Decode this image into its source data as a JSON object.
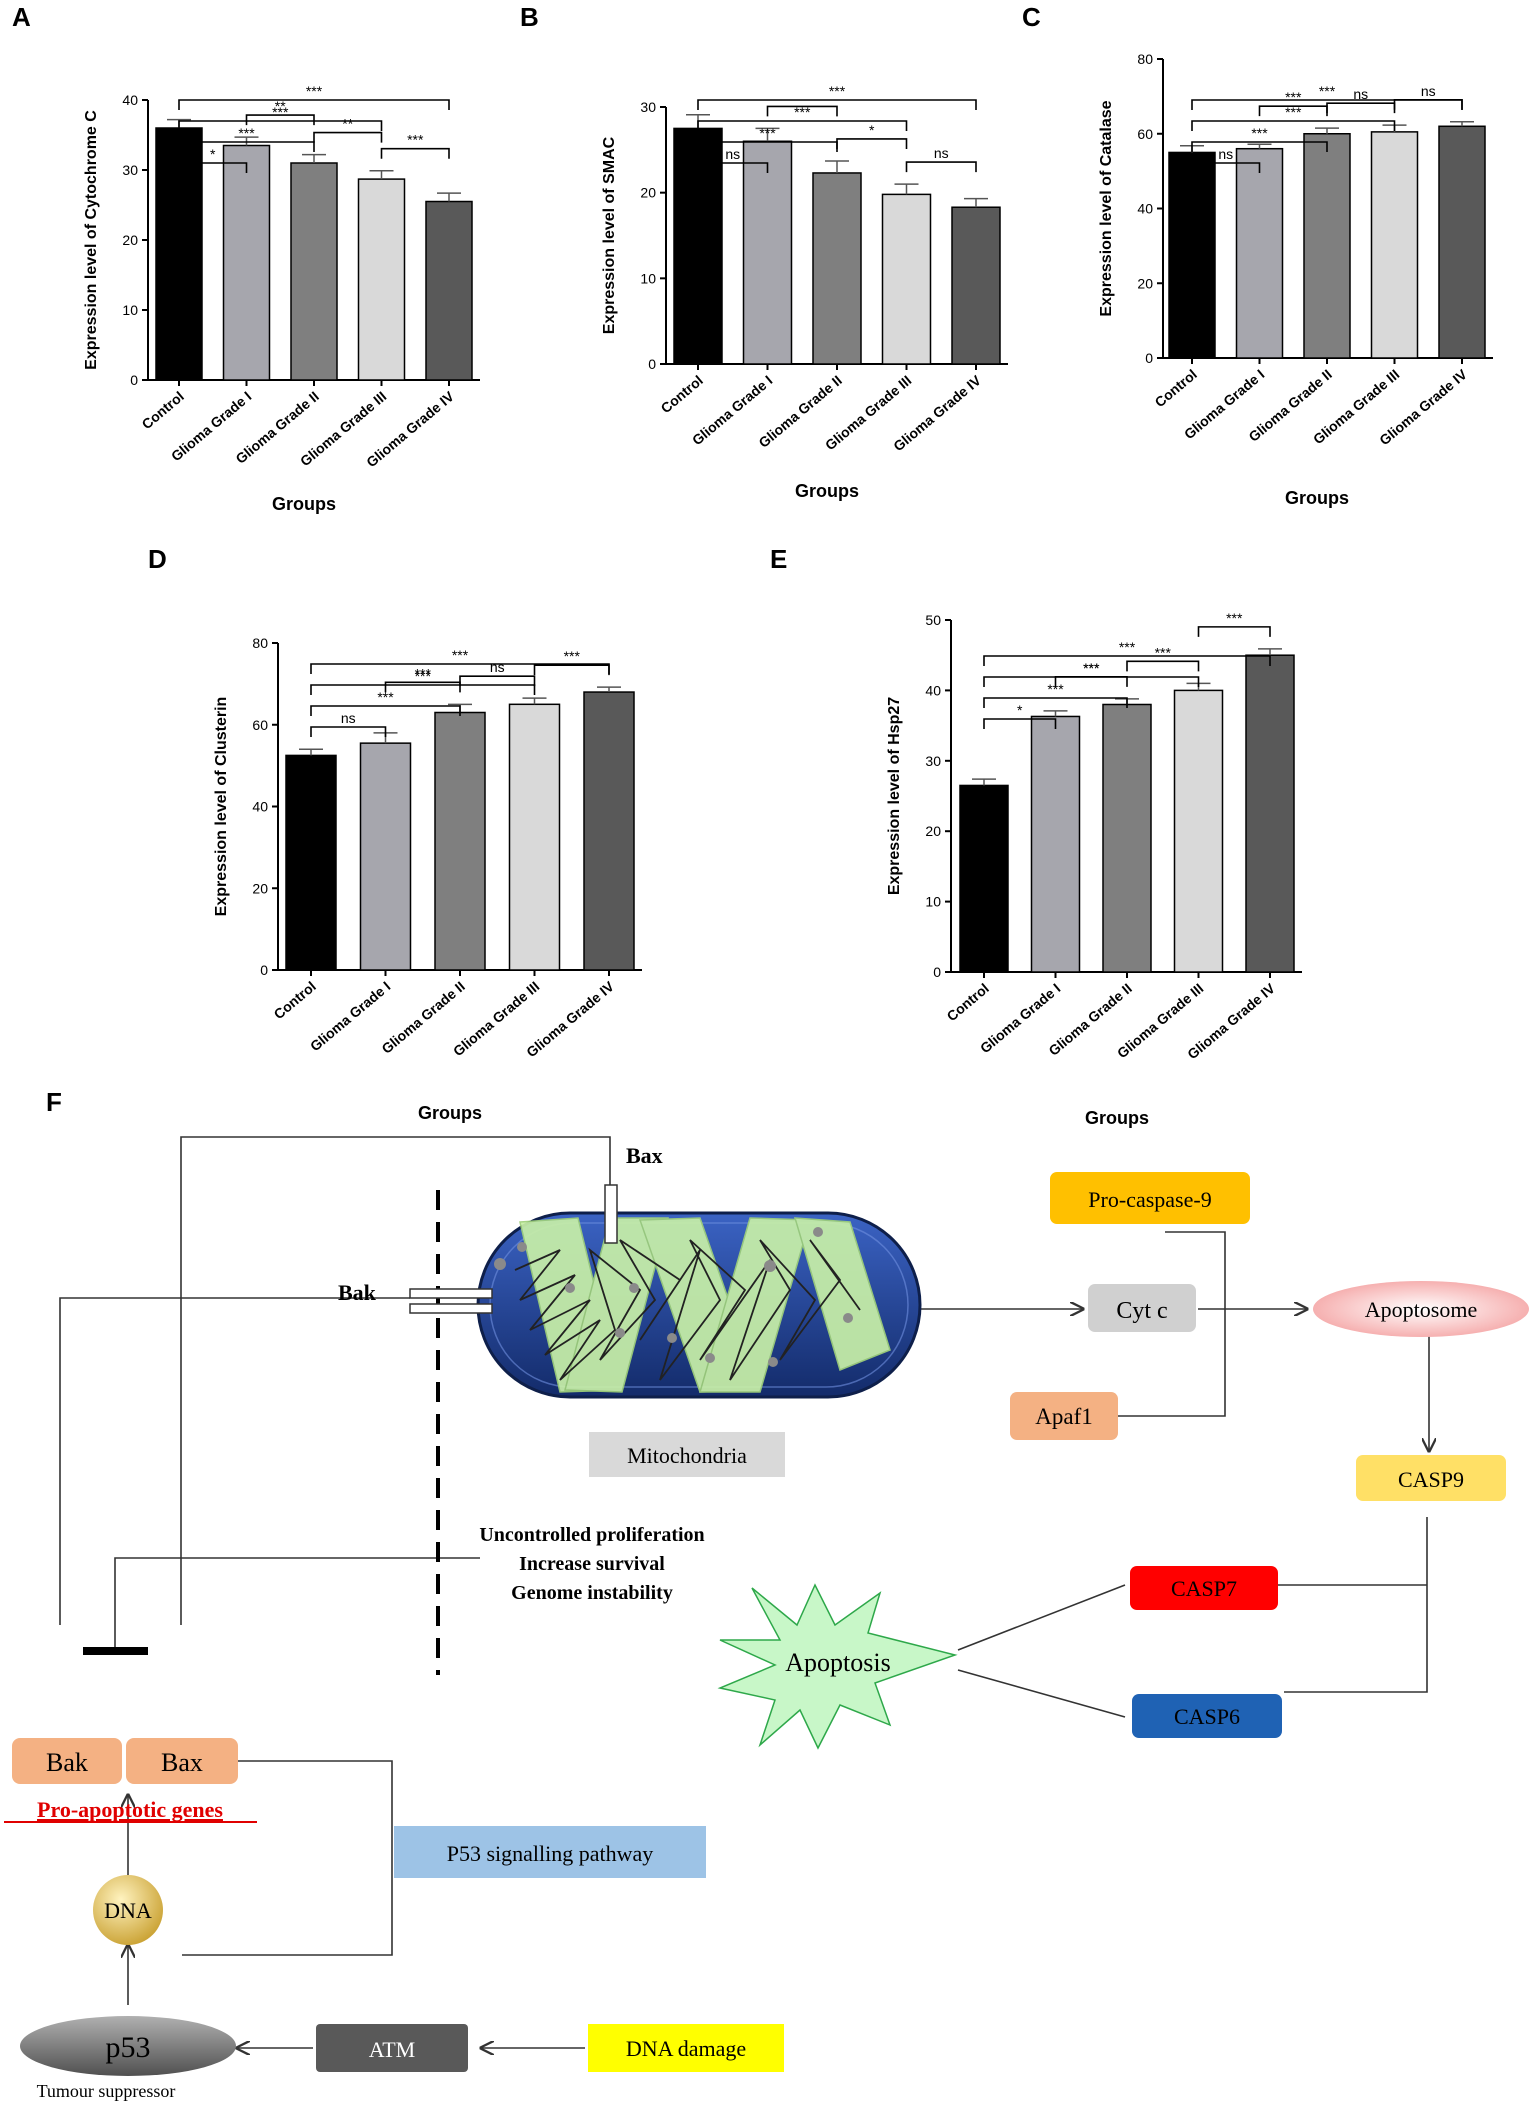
{
  "chart_data": [
    {
      "panel": "A",
      "type": "bar",
      "categories": [
        "Control",
        "Glioma Grade I",
        "Glioma Grade II",
        "Glioma Grade III",
        "Glioma Grade IV"
      ],
      "values": [
        36,
        33.5,
        31,
        28.7,
        25.5
      ],
      "errors": [
        1.2,
        1.2,
        1.2,
        1.2,
        1.2
      ],
      "colors": [
        "#000000",
        "#a6a6ad",
        "#7f7f7f",
        "#d9d9d9",
        "#595959"
      ],
      "ylabel": "Expression level of Cytochrome C",
      "xlabel": "Groups",
      "ylim": [
        0,
        40
      ],
      "yticks": [
        0,
        10,
        20,
        30,
        40
      ],
      "sig": [
        {
          "from": 0,
          "to": 4,
          "label": "***",
          "level": 5
        },
        {
          "from": 0,
          "to": 3,
          "label": "***",
          "level": 4
        },
        {
          "from": 0,
          "to": 2,
          "label": "***",
          "level": 3
        },
        {
          "from": 0,
          "to": 1,
          "label": "*",
          "level": 2
        },
        {
          "from": 1,
          "to": 2,
          "label": "**",
          "level": 1
        },
        {
          "from": 2,
          "to": 3,
          "label": "**",
          "level": 1
        },
        {
          "from": 3,
          "to": 4,
          "label": "***",
          "level": 1
        }
      ]
    },
    {
      "panel": "B",
      "type": "bar",
      "categories": [
        "Control",
        "Glioma Grade I",
        "Glioma Grade II",
        "Glioma Grade III",
        "Glioma Grade IV"
      ],
      "values": [
        27.5,
        26,
        22.3,
        19.8,
        18.3
      ],
      "errors": [
        1.6,
        1.5,
        1.4,
        1.2,
        1.0
      ],
      "colors": [
        "#000000",
        "#a6a6ad",
        "#7f7f7f",
        "#d9d9d9",
        "#595959"
      ],
      "ylabel": "Expression level of SMAC",
      "xlabel": "Groups",
      "ylim": [
        0,
        30
      ],
      "yticks": [
        0,
        10,
        20,
        30
      ],
      "sig": [
        {
          "from": 0,
          "to": 4,
          "label": "***",
          "level": 5
        },
        {
          "from": 0,
          "to": 3,
          "label": "***",
          "level": 4
        },
        {
          "from": 0,
          "to": 2,
          "label": "***",
          "level": 3
        },
        {
          "from": 0,
          "to": 1,
          "label": "ns",
          "level": 2
        },
        {
          "from": 1,
          "to": 2,
          "label": "",
          "level": 1
        },
        {
          "from": 2,
          "to": 3,
          "label": "*",
          "level": 1
        },
        {
          "from": 3,
          "to": 4,
          "label": "ns",
          "level": 1
        }
      ]
    },
    {
      "panel": "C",
      "type": "bar",
      "categories": [
        "Control",
        "Glioma Grade I",
        "Glioma Grade II",
        "Glioma Grade III",
        "Glioma Grade IV"
      ],
      "values": [
        55,
        56,
        60,
        60.5,
        62
      ],
      "errors": [
        1.8,
        1.2,
        1.5,
        1.8,
        1.2
      ],
      "colors": [
        "#000000",
        "#a6a6ad",
        "#7f7f7f",
        "#d9d9d9",
        "#595959"
      ],
      "ylabel": "Expression level of Catalase",
      "xlabel": "Groups",
      "ylim": [
        0,
        80
      ],
      "yticks": [
        0,
        20,
        40,
        60,
        80
      ],
      "sig": [
        {
          "from": 0,
          "to": 4,
          "label": "***",
          "level": 5
        },
        {
          "from": 0,
          "to": 3,
          "label": "***",
          "level": 4
        },
        {
          "from": 0,
          "to": 2,
          "label": "***",
          "level": 3
        },
        {
          "from": 0,
          "to": 1,
          "label": "ns",
          "level": 2
        },
        {
          "from": 1,
          "to": 2,
          "label": "***",
          "level": 1
        },
        {
          "from": 2,
          "to": 3,
          "label": "ns",
          "level": 1
        },
        {
          "from": 3,
          "to": 4,
          "label": "ns",
          "level": 1
        }
      ]
    },
    {
      "panel": "D",
      "type": "bar",
      "categories": [
        "Control",
        "Glioma Grade I",
        "Glioma Grade II",
        "Glioma Grade III",
        "Glioma Grade IV"
      ],
      "values": [
        52.5,
        55.5,
        63,
        65,
        68
      ],
      "errors": [
        1.5,
        2.5,
        2.0,
        1.5,
        1.2
      ],
      "colors": [
        "#000000",
        "#a6a6ad",
        "#7f7f7f",
        "#d9d9d9",
        "#595959"
      ],
      "ylabel": "Expression level of Clusterin",
      "xlabel": "Groups",
      "ylim": [
        0,
        80
      ],
      "yticks": [
        0,
        20,
        40,
        60,
        80
      ],
      "sig": [
        {
          "from": 0,
          "to": 4,
          "label": "***",
          "level": 5
        },
        {
          "from": 0,
          "to": 3,
          "label": "***",
          "level": 4
        },
        {
          "from": 0,
          "to": 2,
          "label": "***",
          "level": 3
        },
        {
          "from": 0,
          "to": 1,
          "label": "ns",
          "level": 2
        },
        {
          "from": 1,
          "to": 2,
          "label": "***",
          "level": 1
        },
        {
          "from": 2,
          "to": 3,
          "label": "ns",
          "level": 1
        },
        {
          "from": 3,
          "to": 4,
          "label": "***",
          "level": 1
        }
      ]
    },
    {
      "panel": "E",
      "type": "bar",
      "categories": [
        "Control",
        "Glioma Grade I",
        "Glioma Grade II",
        "Glioma Grade III",
        "Glioma Grade IV"
      ],
      "values": [
        26.5,
        36.3,
        38,
        40,
        45
      ],
      "errors": [
        0.9,
        0.8,
        0.8,
        1.0,
        0.9
      ],
      "colors": [
        "#000000",
        "#a6a6ad",
        "#7f7f7f",
        "#d9d9d9",
        "#595959"
      ],
      "ylabel": "Expression level of Hsp27",
      "xlabel": "Groups",
      "ylim": [
        0,
        50
      ],
      "yticks": [
        0,
        10,
        20,
        30,
        40,
        50
      ],
      "sig": [
        {
          "from": 0,
          "to": 4,
          "label": "***",
          "level": 5
        },
        {
          "from": 0,
          "to": 3,
          "label": "***",
          "level": 4
        },
        {
          "from": 0,
          "to": 2,
          "label": "***",
          "level": 3
        },
        {
          "from": 0,
          "to": 1,
          "label": "*",
          "level": 2
        },
        {
          "from": 1,
          "to": 2,
          "label": "***",
          "level": 1
        },
        {
          "from": 2,
          "to": 3,
          "label": "***",
          "level": 1
        },
        {
          "from": 3,
          "to": 4,
          "label": "***",
          "level": 1
        }
      ]
    }
  ],
  "panel_f": {
    "letter": "F",
    "labels": {
      "bax_top": "Bax",
      "bak_side": "Bak",
      "mitochondria": "Mitochondria",
      "pro_caspase9": "Pro-caspase-9",
      "cyt_c": "Cyt  c",
      "apoptosome": "Apoptosome",
      "apaf1": "Apaf1",
      "casp9": "CASP9",
      "casp7": "CASP7",
      "casp6": "CASP6",
      "apoptosis": "Apoptosis",
      "uncontrolled": "Uncontrolled  proliferation",
      "survival": "Increase survival",
      "genome": "Genome instability",
      "bak_gene": "Bak",
      "bax_gene": "Bax",
      "pro_apoptotic": "Pro-apoptotic genes",
      "p53_pathway": "P53  signalling  pathway",
      "dna": "DNA",
      "p53": "p53",
      "tumour": "Tumour  suppressor",
      "atm": "ATM",
      "dna_damage": "DNA damage"
    },
    "colors": {
      "pro_caspase9": "#ffc000",
      "cyt_c": "#d0d0d0",
      "apoptosome": "#f8b4b4",
      "apaf1": "#f4b183",
      "casp9": "#ffe066",
      "casp7": "#ff0000",
      "casp6": "#1f62b4",
      "apoptosis": "#c8f7c8",
      "bak_bax": "#f4b183",
      "pro_apoptotic": "#e00000",
      "p53_pathway": "#9dc3e6",
      "dna": "#e6c35c",
      "p53": "#808080",
      "atm": "#595959",
      "dna_damage": "#ffff00",
      "mito_outer": "#1e3f8a",
      "mito_cristae": "#c8f0a8"
    }
  }
}
